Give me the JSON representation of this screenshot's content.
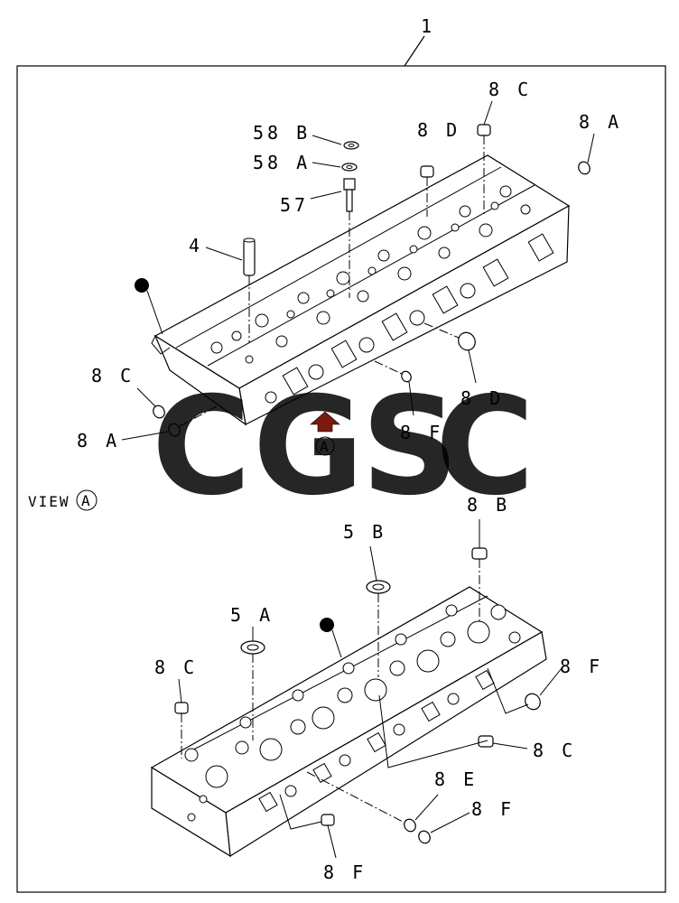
{
  "diagram": {
    "assembly_number": "1",
    "view_label": "VIEW",
    "view_marker": "A",
    "callouts": {
      "top_58b": "58 B",
      "top_58a": "58 A",
      "top_57": "57",
      "top_4": "4",
      "top_8d_upper": "8 D",
      "top_8c_upper": "8 C",
      "top_8a_upper": "8 A",
      "top_8c_left": "8 C",
      "top_8a_left": "8 A",
      "top_8d_lower": "8 D",
      "top_8f": "8 F",
      "top_arrow_marker": "A",
      "bot_8b": "8 B",
      "bot_5b": "5 B",
      "bot_5a": "5 A",
      "bot_8c_left": "8 C",
      "bot_8f_right": "8 F",
      "bot_8c_right": "8 C",
      "bot_8e": "8 E",
      "bot_8f_mid": "8 F",
      "bot_8f_bottom": "8 F"
    }
  },
  "watermark": {
    "letters": [
      "C",
      "G",
      "S",
      "C"
    ],
    "colors": [
      "#4a90f0",
      "#f0605a",
      "#f8d050",
      "#3aaa78"
    ],
    "opacity": 0.85
  }
}
